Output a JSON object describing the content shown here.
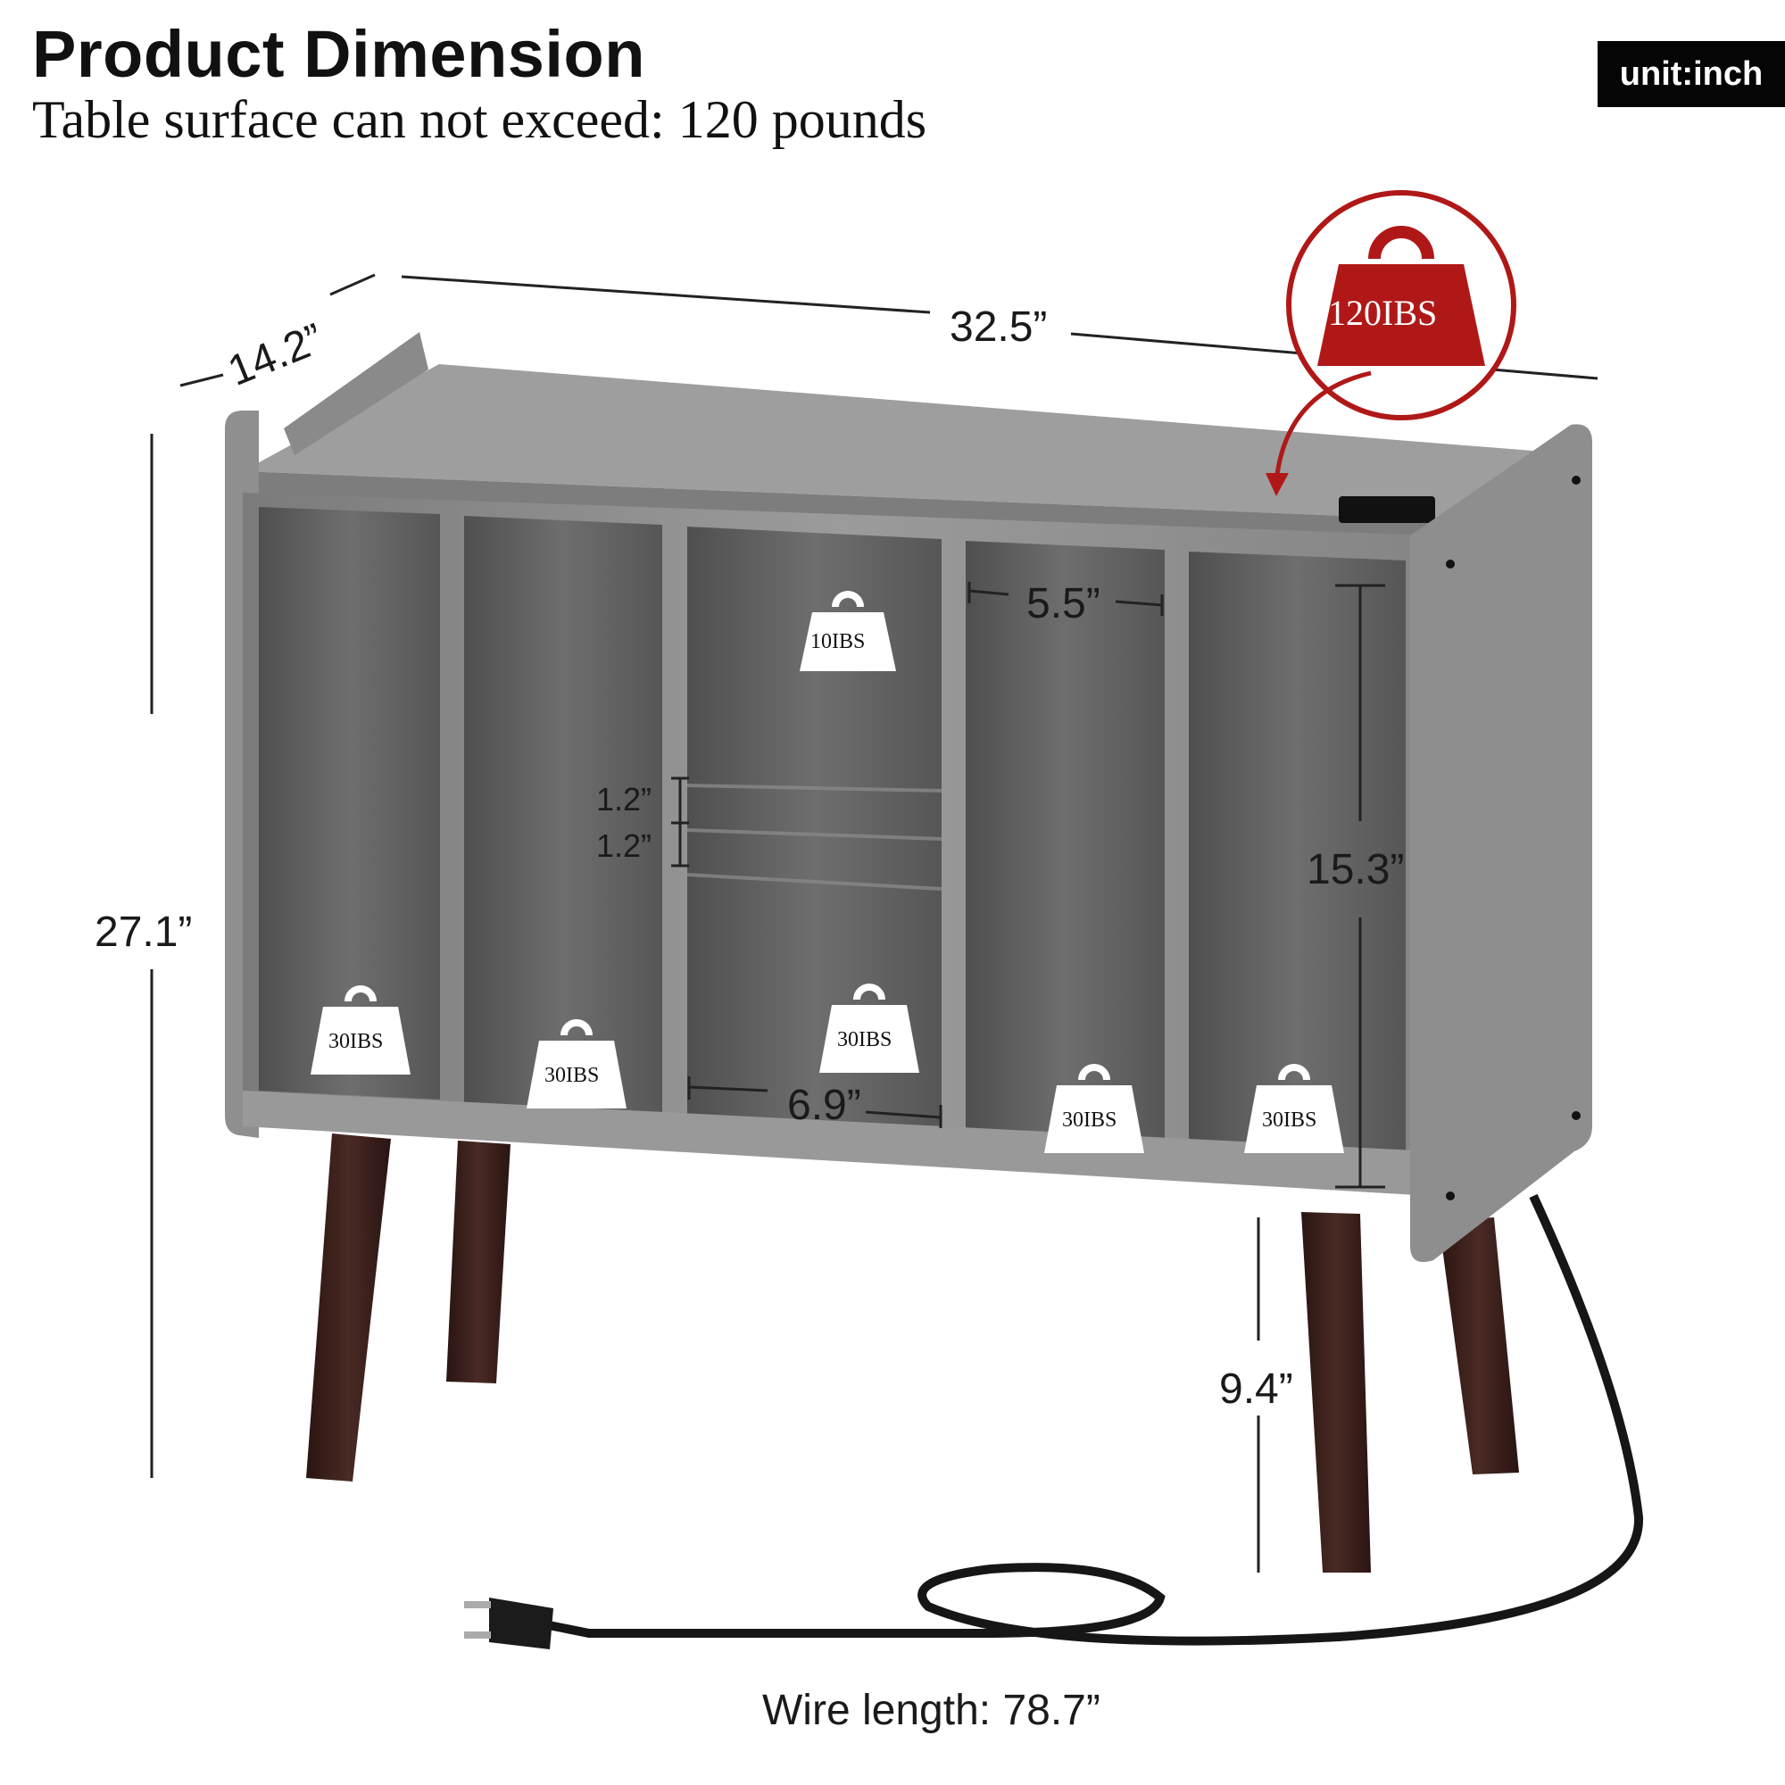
{
  "header": {
    "title": "Product Dimension",
    "subtitle": "Table surface can not exceed: 120 pounds",
    "unit_badge": "unit:inch"
  },
  "dimensions": {
    "depth": "14.2”",
    "width": "32.5”",
    "height": "27.1”",
    "cubby_width_small": "5.5”",
    "cubby_width_large": "6.9”",
    "cubby_height": "15.3”",
    "slot_gap_1": "1.2”",
    "slot_gap_2": "1.2”",
    "leg_height": "9.4”",
    "wire_length": "Wire length: 78.7”"
  },
  "weights": {
    "top": "120IBS",
    "middle_shelf": "10IBS",
    "cubby_1": "30IBS",
    "cubby_2": "30IBS",
    "cubby_3": "30IBS",
    "cubby_4": "30IBS",
    "cubby_5": "30IBS"
  },
  "colors": {
    "wood": "#8e8e8e",
    "wood_dark": "#5c5c5c",
    "legs": "#3a1f1a",
    "accent_red": "#b01818",
    "badge_bg": "#050505"
  }
}
